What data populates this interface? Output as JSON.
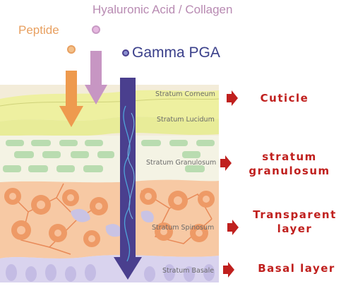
{
  "ingredients": {
    "peptide": "Peptide",
    "hyaluronic_collagen": "Hyaluronic Acid / Collagen",
    "gamma_pga": "Gamma PGA"
  },
  "layers": {
    "corneum": "Stratum Corneum",
    "lucidum": "Stratum Lucidum",
    "granulosum": "Stratum Granulosum",
    "spinosum": "Stratum Spinosum",
    "basale": "Stratum Basale"
  },
  "side_labels": {
    "cuticle": "Cuticle",
    "granulosum_line1": "stratum",
    "granulosum_line2": "granulosum",
    "transparent_line1": "Transparent",
    "transparent_line2": "layer",
    "basal": "Basal layer"
  },
  "colors": {
    "peptide": "#e8a060",
    "hyaluronic": "#c89ac4",
    "gamma_pga": "#4a3f8e",
    "label_red": "#c0201e"
  }
}
